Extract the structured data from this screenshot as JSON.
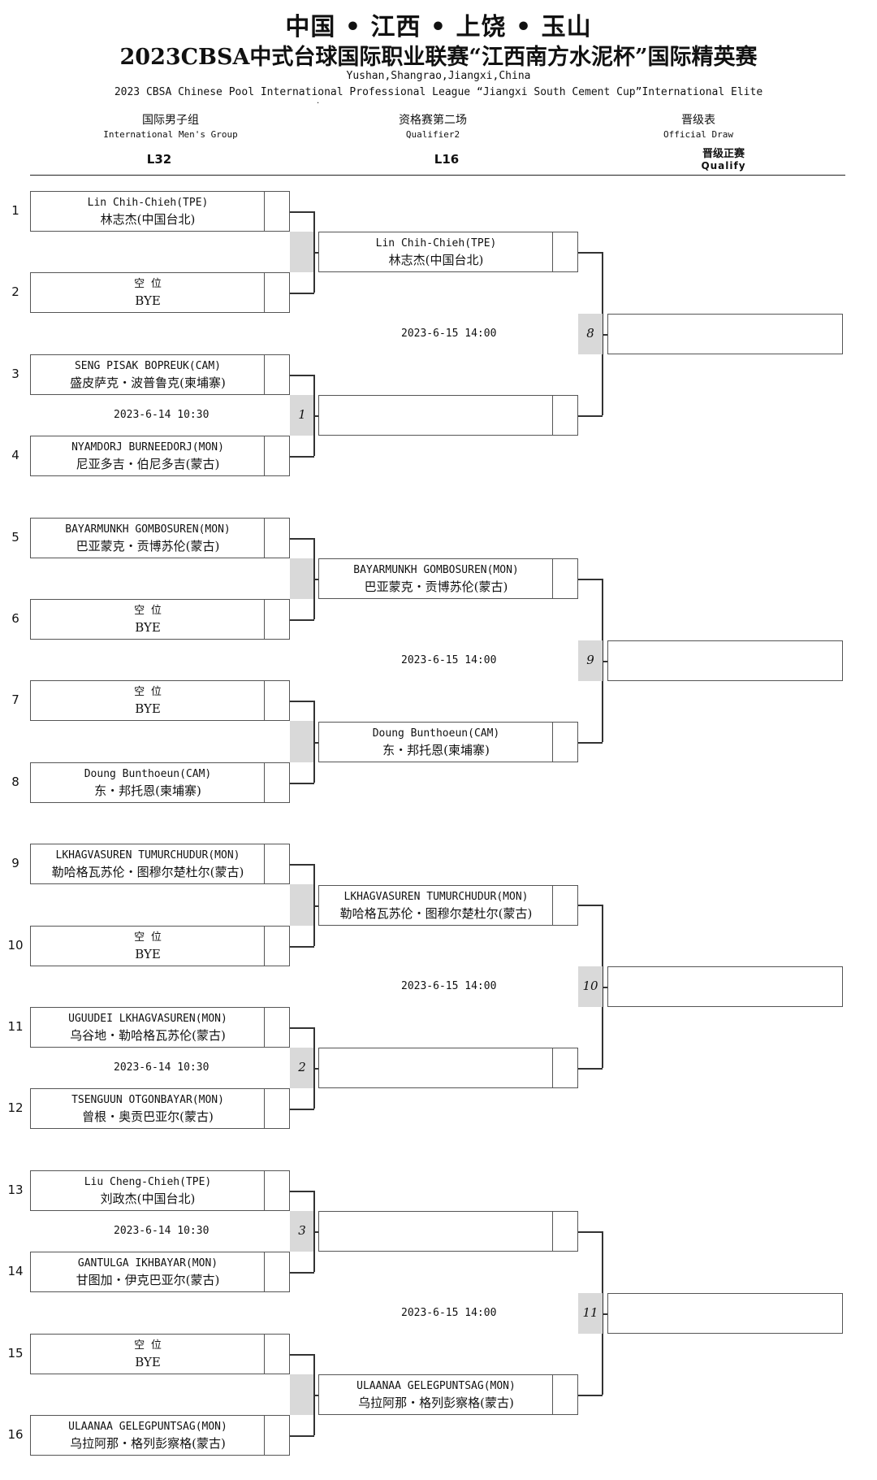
{
  "header": {
    "title_line1": "中国 • 江西 • 上饶 • 玉山",
    "title_line2": "2023CBSA中式台球国际职业联赛“江西南方水泥杯”国际精英赛",
    "location_en": "Yushan,Shangrao,Jiangxi,China",
    "event_en": "2023 CBSA Chinese Pool International Professional League  “Jiangxi South Cement Cup”International Elite",
    "dot": "·"
  },
  "columns": {
    "group_cn": "国际男子组",
    "group_en": "International Men's Group",
    "stage_cn": "资格赛第二场",
    "stage_en": "Qualifier2",
    "draw_cn": "晋级表",
    "draw_en": "Official Draw",
    "round1": "L32",
    "round2": "L16",
    "qualify_cn": "晋级正赛",
    "qualify_en": "Qualify"
  },
  "players": [
    {
      "seed": "1",
      "en": "Lin Chih-Chieh(TPE)",
      "cn": "林志杰(中国台北)"
    },
    {
      "seed": "2",
      "en": "空 位",
      "cn": "BYE"
    },
    {
      "seed": "3",
      "en": "SENG PISAK BOPREUK(CAM)",
      "cn": "盛皮萨克・波普鲁克(柬埔寨)"
    },
    {
      "seed": "4",
      "en": "NYAMDORJ BURNEEDORJ(MON)",
      "cn": "尼亚多吉・伯尼多吉(蒙古)"
    },
    {
      "seed": "5",
      "en": "BAYARMUNKH GOMBOSUREN(MON)",
      "cn": "巴亚蒙克・贡博苏伦(蒙古)"
    },
    {
      "seed": "6",
      "en": "空 位",
      "cn": "BYE"
    },
    {
      "seed": "7",
      "en": "空 位",
      "cn": "BYE"
    },
    {
      "seed": "8",
      "en": "Doung Bunthoeun(CAM)",
      "cn": "东・邦托恩(柬埔寨)"
    },
    {
      "seed": "9",
      "en": "LKHAGVASUREN TUMURCHUDUR(MON)",
      "cn": "勒哈格瓦苏伦・图穆尔楚杜尔(蒙古)"
    },
    {
      "seed": "10",
      "en": "空 位",
      "cn": "BYE"
    },
    {
      "seed": "11",
      "en": "UGUUDEI LKHAGVASUREN(MON)",
      "cn": "乌谷地・勒哈格瓦苏伦(蒙古)"
    },
    {
      "seed": "12",
      "en": "TSENGUUN OTGONBAYAR(MON)",
      "cn": "曾根・奥贡巴亚尔(蒙古)"
    },
    {
      "seed": "13",
      "en": "Liu Cheng-Chieh(TPE)",
      "cn": "刘政杰(中国台北)"
    },
    {
      "seed": "14",
      "en": "GANTULGA IKHBAYAR(MON)",
      "cn": "甘图加・伊克巴亚尔(蒙古)"
    },
    {
      "seed": "15",
      "en": "空 位",
      "cn": "BYE"
    },
    {
      "seed": "16",
      "en": "ULAANAA GELEGPUNTSAG(MON)",
      "cn": "乌拉阿那・格列彭察格(蒙古)"
    }
  ],
  "round1_matches": [
    {
      "num": "",
      "time": ""
    },
    {
      "num": "1",
      "time": "2023-6-14 10:30"
    },
    {
      "num": "",
      "time": ""
    },
    {
      "num": "",
      "time": ""
    },
    {
      "num": "",
      "time": ""
    },
    {
      "num": "2",
      "time": "2023-6-14 10:30"
    },
    {
      "num": "3",
      "time": "2023-6-14 10:30"
    },
    {
      "num": "",
      "time": ""
    }
  ],
  "round2_entrants": [
    {
      "en": "Lin Chih-Chieh(TPE)",
      "cn": "林志杰(中国台北)"
    },
    {
      "en": "",
      "cn": ""
    },
    {
      "en": "BAYARMUNKH GOMBOSUREN(MON)",
      "cn": "巴亚蒙克・贡博苏伦(蒙古)"
    },
    {
      "en": "Doung Bunthoeun(CAM)",
      "cn": "东・邦托恩(柬埔寨)"
    },
    {
      "en": "LKHAGVASUREN TUMURCHUDUR(MON)",
      "cn": "勒哈格瓦苏伦・图穆尔楚杜尔(蒙古)"
    },
    {
      "en": "",
      "cn": ""
    },
    {
      "en": "",
      "cn": ""
    },
    {
      "en": "ULAANAA GELEGPUNTSAG(MON)",
      "cn": "乌拉阿那・格列彭察格(蒙古)"
    }
  ],
  "round2_matches": [
    {
      "num": "8",
      "time": "2023-6-15 14:00"
    },
    {
      "num": "9",
      "time": "2023-6-15 14:00"
    },
    {
      "num": "10",
      "time": "2023-6-15 14:00"
    },
    {
      "num": "11",
      "time": "2023-6-15 14:00"
    }
  ]
}
